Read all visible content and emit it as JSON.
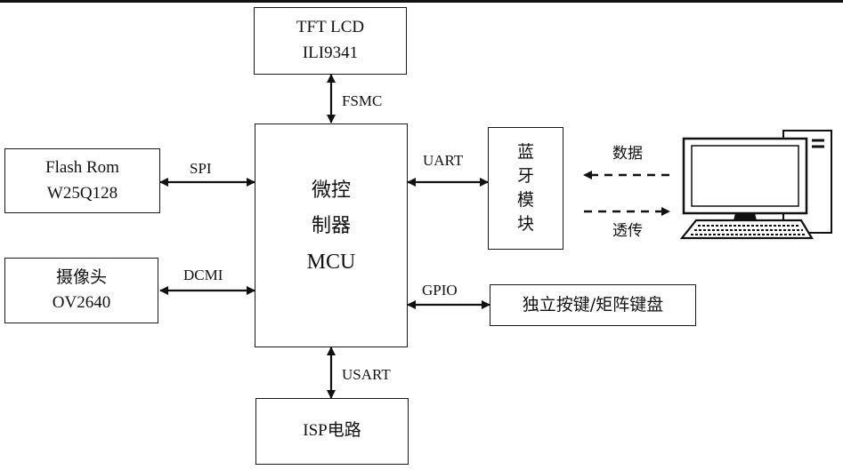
{
  "blocks": {
    "lcd": {
      "line1": "TFT LCD",
      "line2": "ILI9341"
    },
    "flash": {
      "line1": "Flash Rom",
      "line2": "W25Q128"
    },
    "camera": {
      "line1": "摄像头",
      "line2": "OV2640"
    },
    "mcu": {
      "line1": "微控",
      "line2": "制器",
      "line3": "MCU"
    },
    "bluetooth": {
      "chars": [
        "蓝",
        "牙",
        "模",
        "块"
      ]
    },
    "keypad": {
      "label": "独立按键/矩阵键盘"
    },
    "isp": {
      "label": "ISP电路"
    }
  },
  "links": {
    "fsmc": "FSMC",
    "spi": "SPI",
    "dcmi": "DCMI",
    "uart": "UART",
    "gpio": "GPIO",
    "usart": "USART"
  },
  "wireless": {
    "data_label": "数据",
    "passthrough_label": "透传"
  },
  "computer": {
    "icon": "desktop-computer-icon"
  }
}
